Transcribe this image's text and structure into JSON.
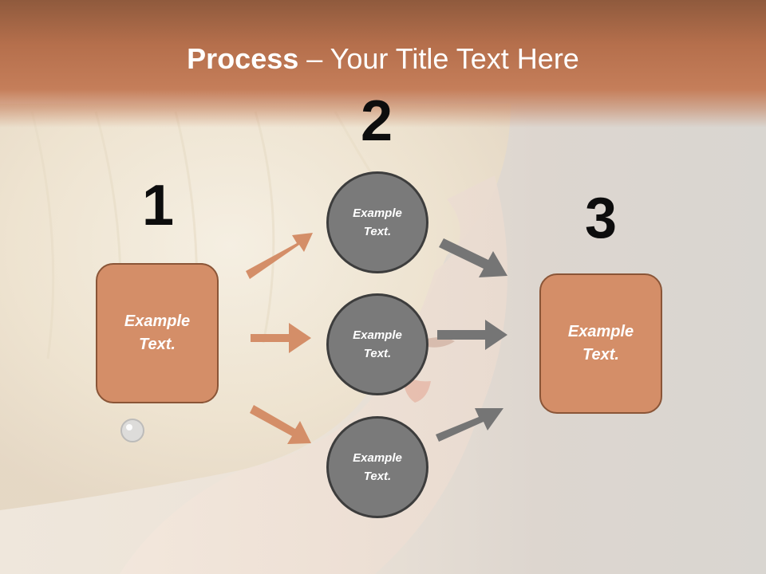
{
  "title": {
    "bold": "Process",
    "rest": " – Your Title Text Here"
  },
  "steps": [
    {
      "number": "1",
      "text": "Example Text."
    },
    {
      "number": "2",
      "items": [
        "Example Text.",
        "Example Text.",
        "Example Text."
      ]
    },
    {
      "number": "3",
      "text": "Example Text."
    }
  ],
  "colors": {
    "header": "#c57e5a",
    "box_fill": "#d48e68",
    "box_border": "#8a5537",
    "circle_fill": "#7a7a7a",
    "circle_border": "#3d3d3d",
    "arrow_left": "#d48e68",
    "arrow_right": "#757575"
  }
}
